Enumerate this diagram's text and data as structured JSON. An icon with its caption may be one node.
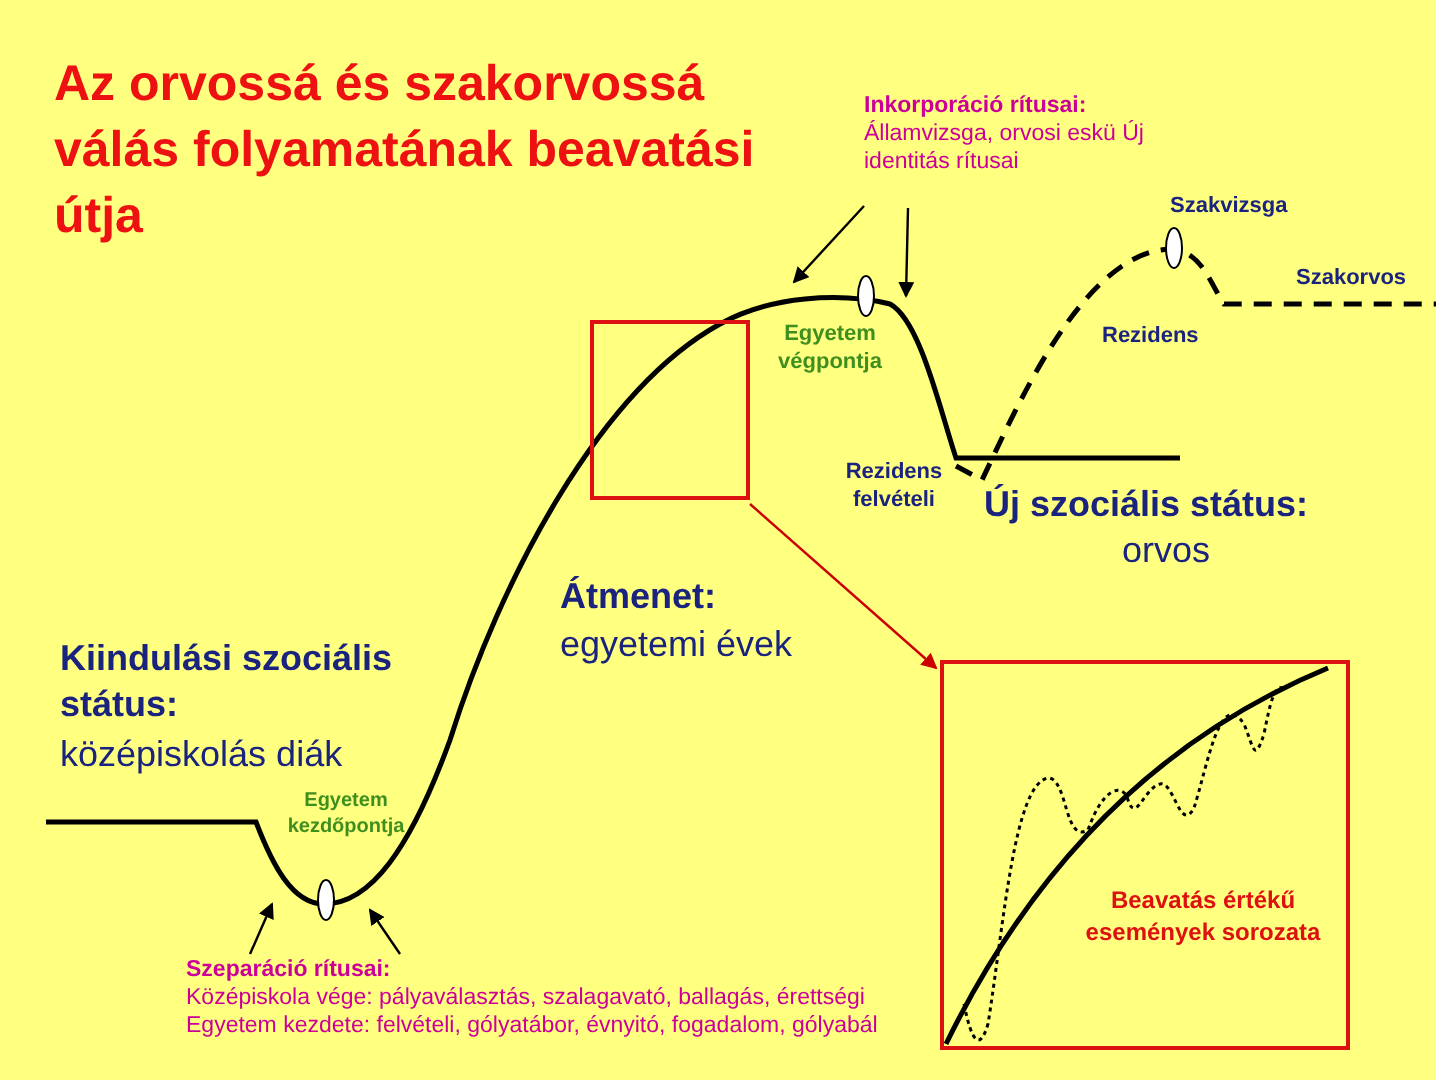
{
  "diagram": {
    "title": "Az orvossá és szakorvossá válás folyamatának beavatási útja",
    "nodes": [
      {
        "text": [],
        "shape": "box"
      },
      {
        "text": [
          "Beavatás értékű események sorozata"
        ]
      },
      {
        "text": [
          "Inkorporáció rítusai:",
          "Államvizsga, orvosi eskü Új identitás rítusai"
        ]
      },
      {
        "text": [
          "Szeparáció rítusai:",
          "Középiskola vége: pályaválasztás, szalagavató, ballagás, érettségi",
          "Egyetem kezdete: felvételi, gólyatábor, évnyitó, fogadalom, gólyabál"
        ]
      }
    ],
    "edges": [
      {
        "from": 0,
        "to": 1,
        "arrow": "to",
        "color": "#cc0000"
      },
      {
        "from": 2,
        "to": null,
        "arrow": "to"
      },
      {
        "from": 2,
        "to": null,
        "arrow": "to"
      },
      {
        "from": 3,
        "to": null,
        "arrow": "to"
      },
      {
        "from": 3,
        "to": null,
        "arrow": "to"
      }
    ],
    "labels": [
      "Szakvizsga",
      "Szakorvos",
      "Egyetem végpontja",
      "Rezidens",
      "Rezidens felvételi",
      "Új szociális státus:",
      "orvos",
      "Átmenet:",
      "egyetemi évek",
      "Kiindulási szociális státus:",
      "középiskolás diák",
      "Egyetem kezdőpontja"
    ]
  }
}
